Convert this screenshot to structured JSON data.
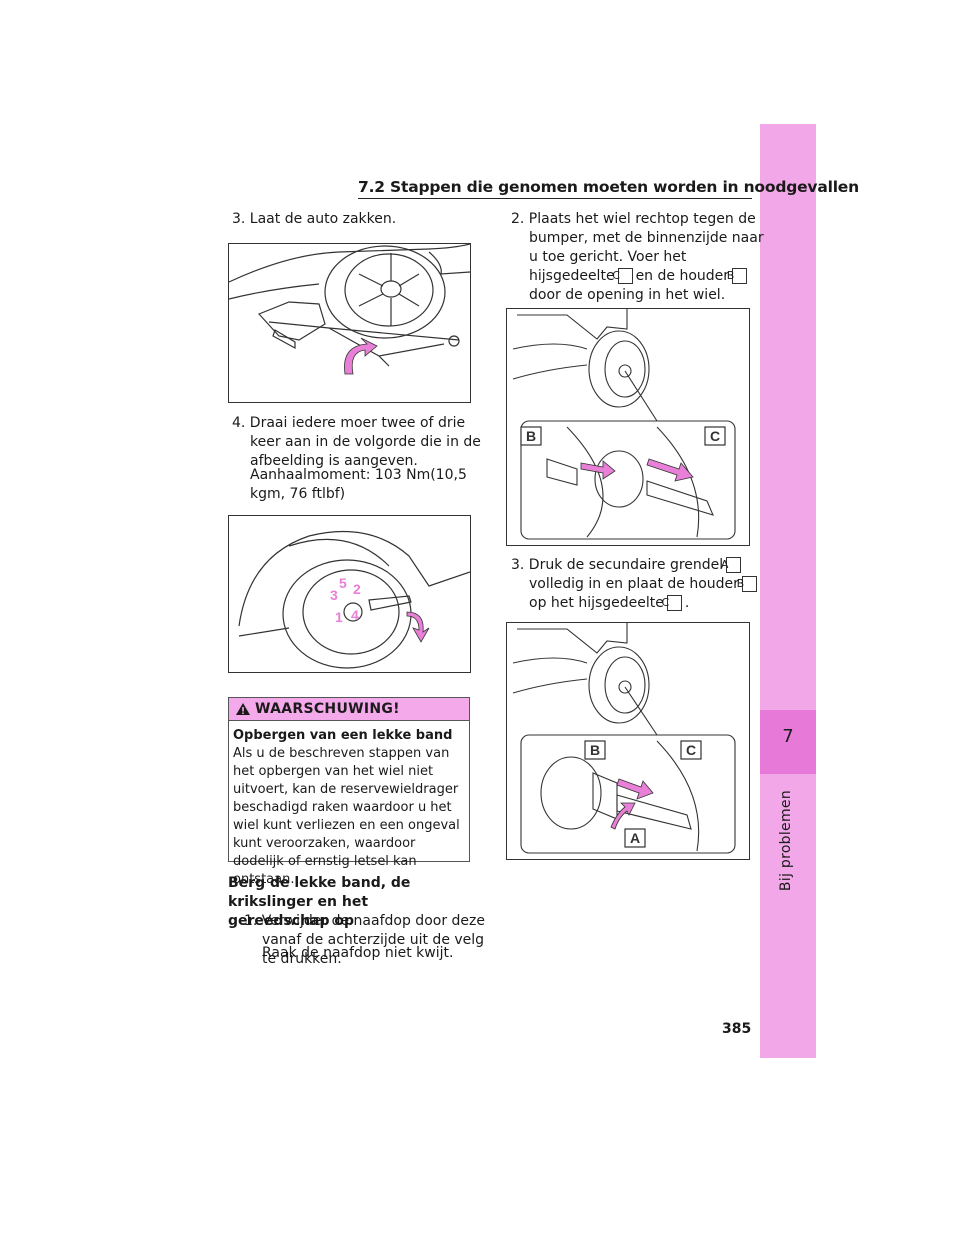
{
  "header": {
    "section": "7.2  Stappen die genomen moeten worden in noodgevallen"
  },
  "tab": {
    "chapter_number": "7",
    "chapter_label": "Bij problemen"
  },
  "left": {
    "step3": "3. Laat de auto zakken.",
    "step4_line": "4. Draai iedere moer twee of drie keer aan in de volgorde die in de afbeelding is aangeven.",
    "step4_torque": "Aanhaalmoment: 103 Nm(10,5 kgm, 76 ftlbf)",
    "fig2_labels": [
      "1",
      "2",
      "3",
      "4",
      "5"
    ],
    "warning": {
      "title": "WAARSCHUWING!",
      "subtitle": "Opbergen van een lekke band",
      "body": "Als u de beschreven stappen van het opbergen van het wiel niet uitvoert, kan de reservewieldrager beschadigd raken waardoor u het wiel kunt verliezen en een ongeval kunt veroorzaken, waardoor dodelijk of ernstig letsel kan ontstaan."
    },
    "store_heading": "Berg de lekke band, de krikslinger en het gereedschap op",
    "store_step1": "1. Verwijder de naafdop door deze vanaf de achterzijde uit de velg te drukken.",
    "store_step1_note": "Raak de naafdop niet kwijt."
  },
  "right": {
    "step2_a": "2. Plaats het wiel rechtop tegen de bumper, met de binnenzijde naar u toe gericht. Voer het hijsgedeelte",
    "step2_b": "en de houder",
    "step2_c": "door de opening in het wiel.",
    "step3_a": "3. Druk de secundaire grendel",
    "step3_b": "volledig in en plaat de houder",
    "step3_c": "op het hijsgedeelte",
    "step3_d": ".",
    "labels": {
      "A": "A",
      "B": "B",
      "C": "C"
    }
  },
  "page_number": "385",
  "colors": {
    "accent": "#f2a7e8",
    "accent_dark": "#e77ad8",
    "arrow": "#e880d8"
  }
}
